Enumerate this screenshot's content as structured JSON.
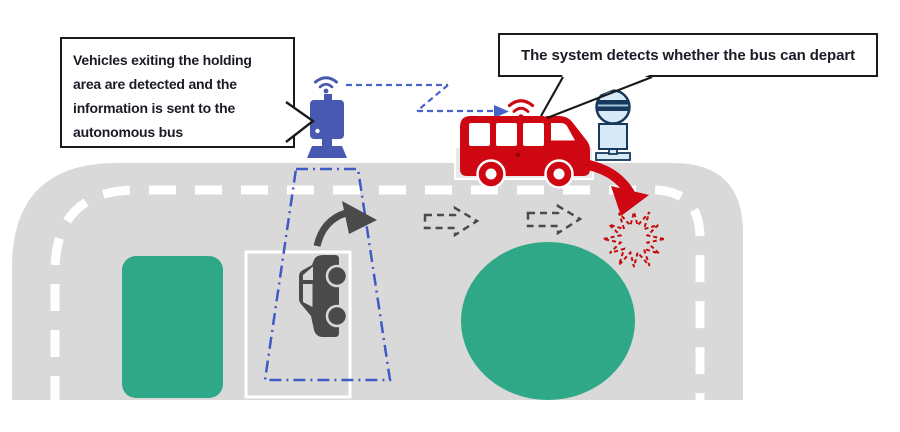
{
  "diagram": {
    "callouts": {
      "left": "Vehicles exiting the holding\narea are detected and the\ninformation is sent to the\nautonomous bus",
      "right": "The system detects whether the bus can depart"
    },
    "colors": {
      "road": "#D9D9D9",
      "bus_bay": "#E9E9E9",
      "lane_marking": "#FFFFFF",
      "green_area": "#2EA887",
      "sensor_blue": "#4759B0",
      "link_blue": "#4763C9",
      "detection_zone_blue": "#3E5AC4",
      "bus_red": "#CE0712",
      "alert_red": "#C40A0A",
      "vehicle_gray": "#4A4A4A",
      "sign_navy": "#17395C",
      "sign_light_blue": "#D8EAF7",
      "text": "#1B1B26"
    },
    "icons": {
      "sensor": "roadside-sensor",
      "sensor_wifi": "wifi-signal",
      "bus_wifi": "wifi-signal",
      "bus": "autonomous-bus",
      "bus_stop": "bus-stop-sign",
      "car": "exiting-car",
      "collision": "collision-burst",
      "exit_arrow": "curved-exit-arrow",
      "travel_arrows": "dashed-direction-arrows",
      "departure_arrow": "bus-departure-arrow"
    }
  }
}
